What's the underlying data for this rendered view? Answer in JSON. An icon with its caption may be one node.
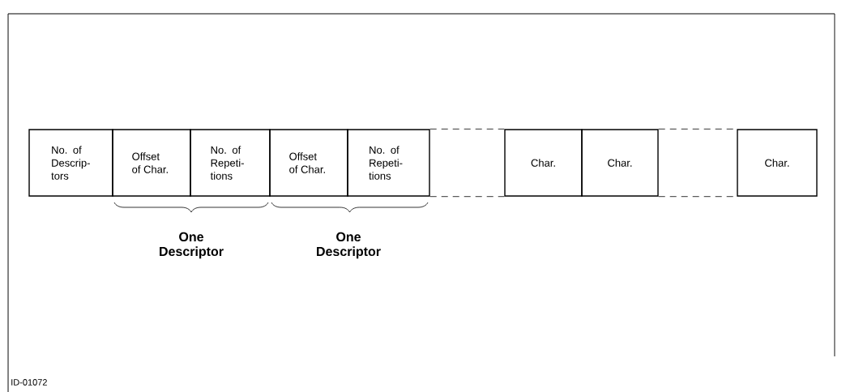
{
  "diagram": {
    "nodes": [
      {
        "text": [
          "No. of Descrip- tors"
        ]
      },
      {
        "text": [
          "Offset of Char."
        ]
      },
      {
        "text": [
          "No. of Repeti- tions"
        ]
      },
      {
        "text": [
          "Offset of Char."
        ]
      },
      {
        "text": [
          "No. of Repeti- tions"
        ]
      },
      {
        "text": [
          "Char."
        ]
      },
      {
        "text": [
          "Char."
        ]
      },
      {
        "text": [
          "Char."
        ]
      }
    ],
    "edges": [
      {
        "from": 4,
        "to": 5,
        "arrow": "none",
        "style": "dashed"
      },
      {
        "from": 4,
        "to": 5,
        "arrow": "none",
        "style": "dashed"
      },
      {
        "from": 6,
        "to": 7,
        "arrow": "none",
        "style": "dashed"
      },
      {
        "from": 6,
        "to": 7,
        "arrow": "none",
        "style": "dashed"
      }
    ],
    "labels": [
      "One Descriptor",
      "One Descriptor",
      "ID-01072"
    ]
  }
}
